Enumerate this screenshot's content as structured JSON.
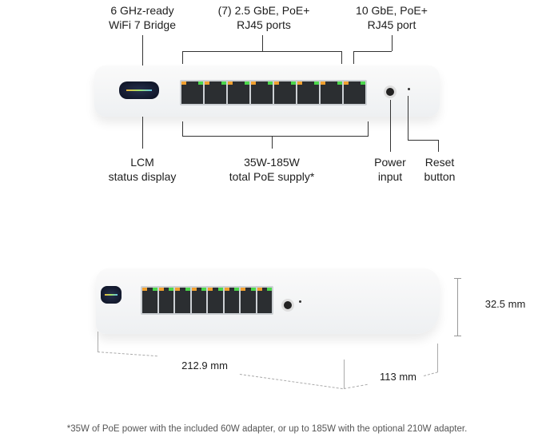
{
  "callouts_top": {
    "wifi": [
      "6 GHz-ready",
      "WiFi 7 Bridge"
    ],
    "ports25": [
      "(7) 2.5 GbE, PoE+",
      "RJ45 ports"
    ],
    "port10": [
      "10 GbE, PoE+",
      "RJ45 port"
    ]
  },
  "callouts_bottom": {
    "lcm": [
      "LCM",
      "status display"
    ],
    "poe": [
      "35W-185W",
      "total PoE supply*"
    ],
    "power": [
      "Power",
      "input"
    ],
    "reset": [
      "Reset",
      "button"
    ]
  },
  "dimensions": {
    "height": "32.5 mm",
    "width": "212.9 mm",
    "depth": "113 mm"
  },
  "footnote": "*35W of PoE power with the included 60W adapter, or up to 185W with the optional 210W adapter.",
  "colors": {
    "port_led_left": "#f0a030",
    "port_led_right": "#4cd64c",
    "line": "#333333"
  }
}
